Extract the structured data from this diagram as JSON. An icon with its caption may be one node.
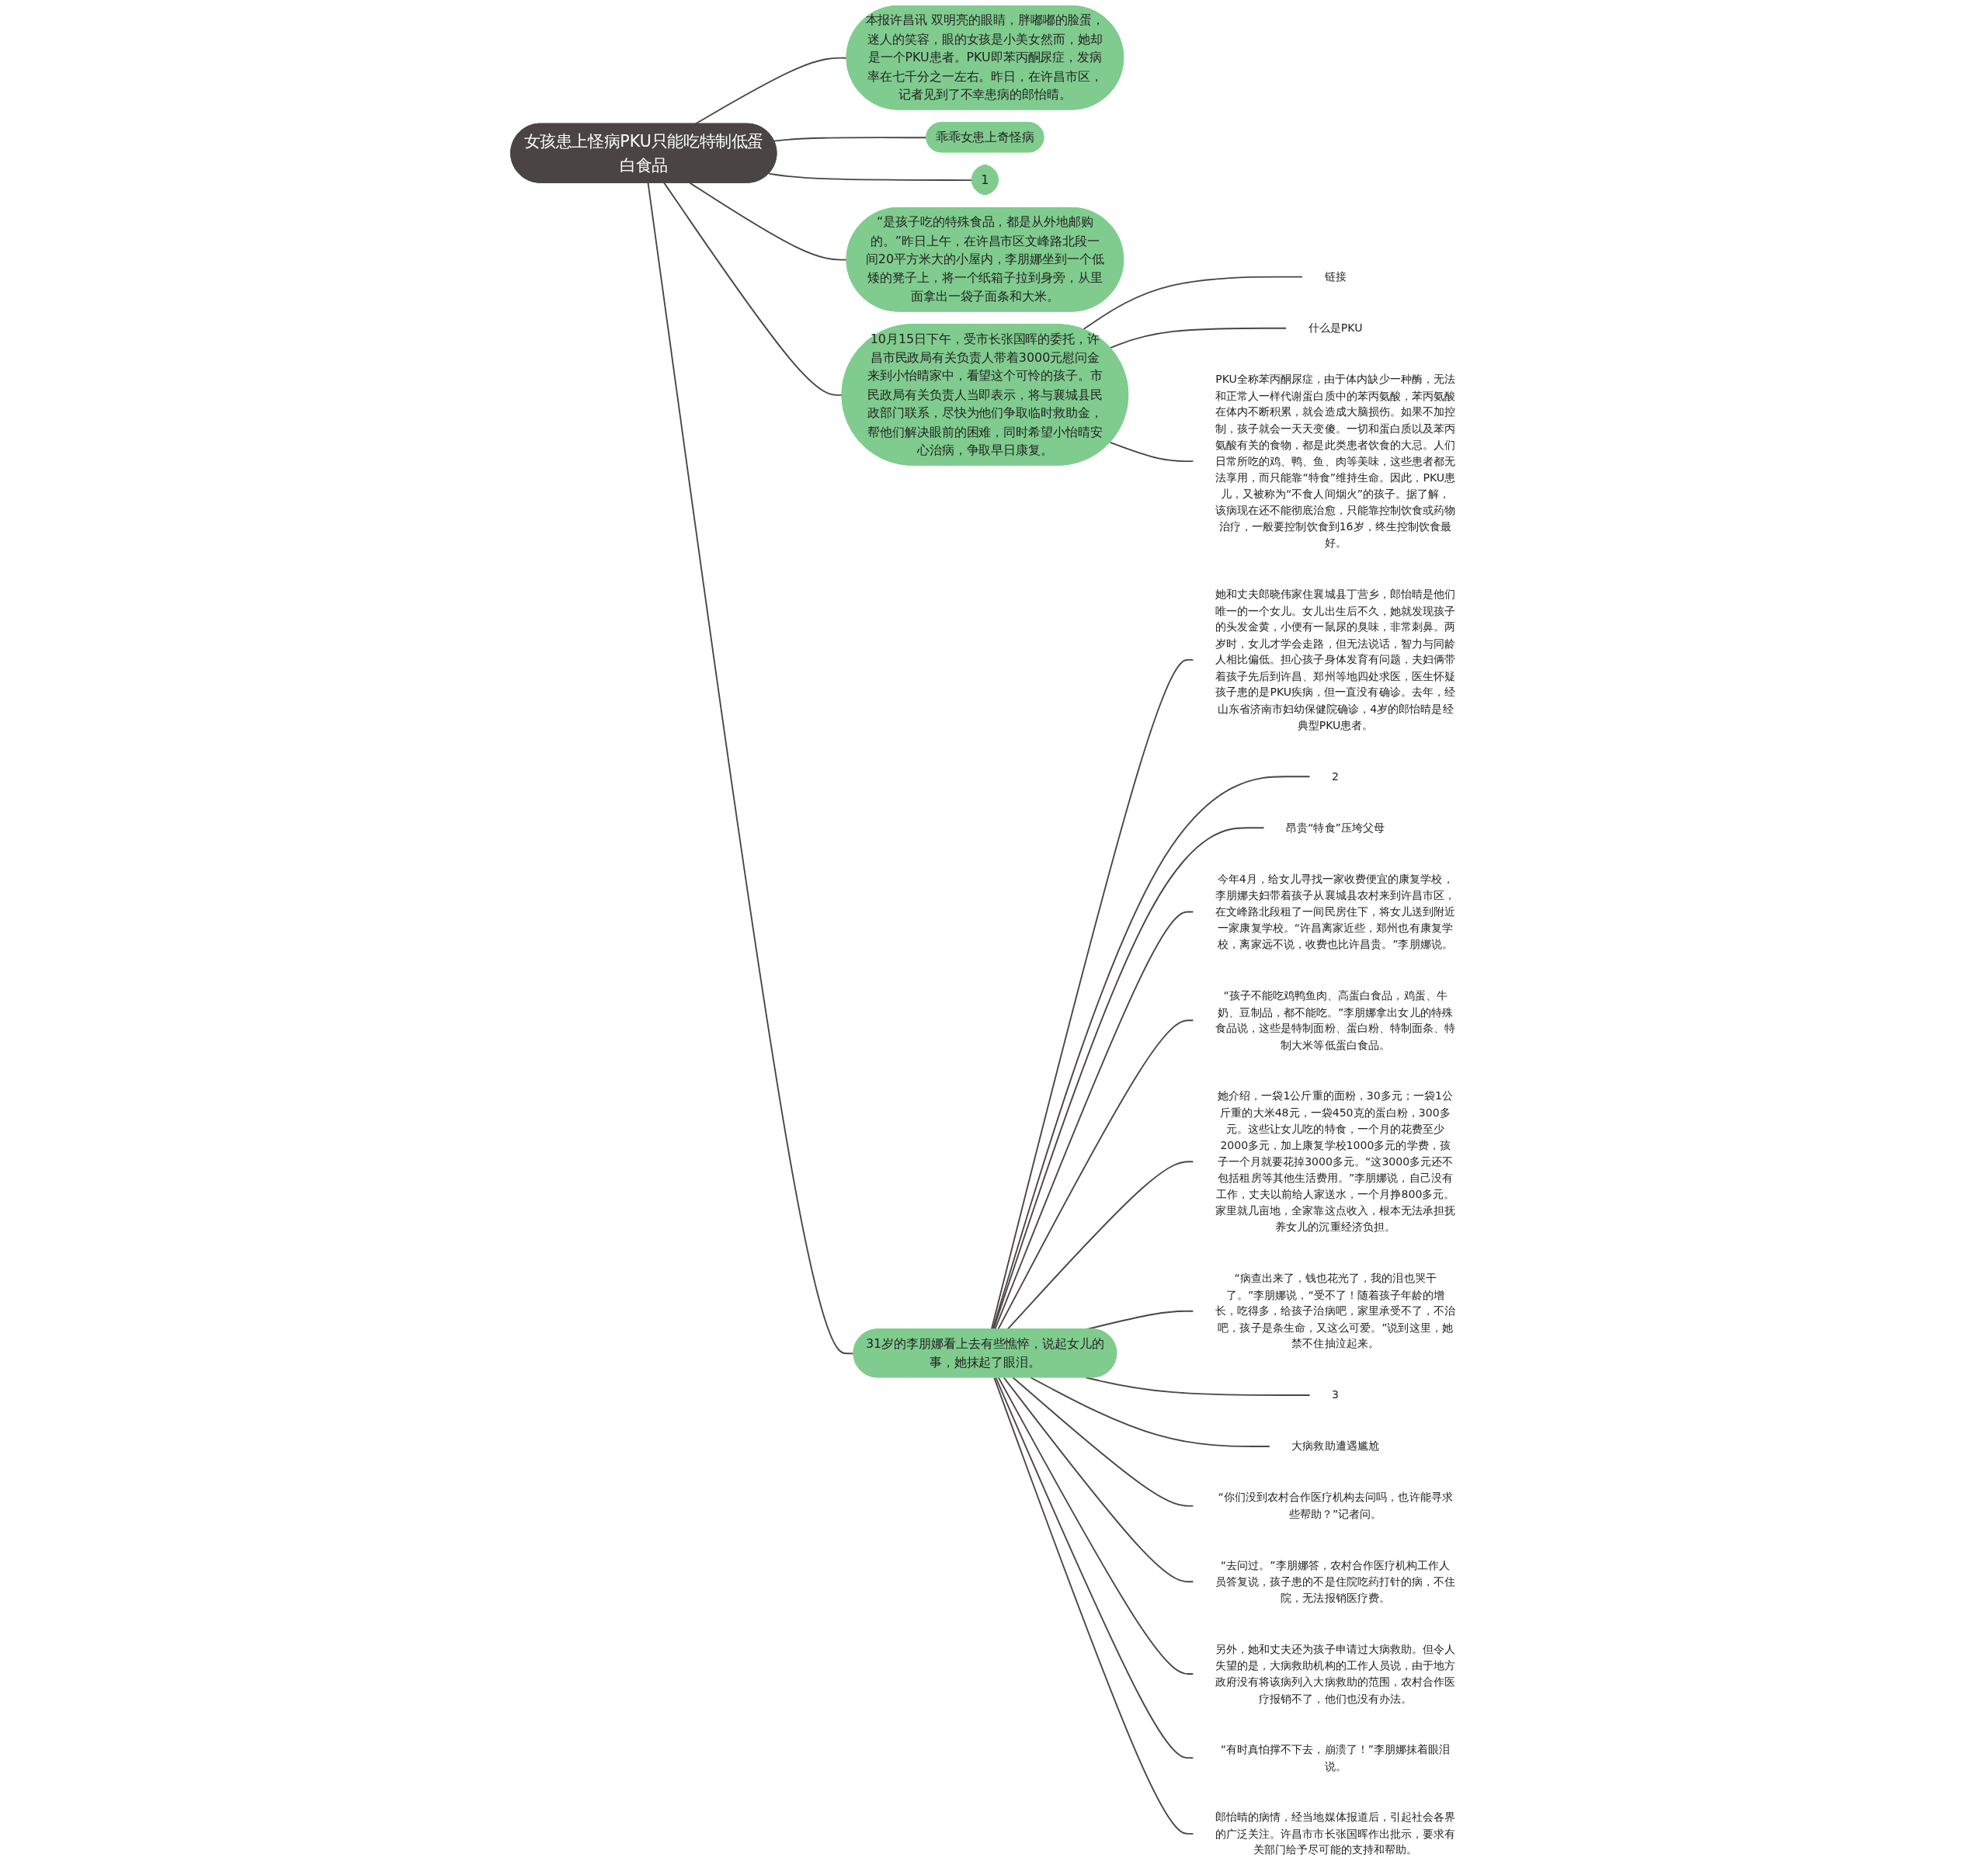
{
  "diagram": {
    "nodes": [
      {
        "text": [
          "女孩患上怪病PKU只能吃特制低蛋白食品"
        ]
      },
      {
        "text": [
          "本报许昌讯 双明亮的眼睛，胖嘟嘟的脸蛋，迷人的笑容，眼的女孩是小美女然而，她却是一个PKU患者。PKU即苯丙酮尿症，发病率在七千分之一左右。昨日，在许昌市区，记者见到了不幸患病的郎怡晴。"
        ]
      },
      {
        "text": [
          "乖乖女患上奇怪病"
        ]
      },
      {
        "text": [
          "1"
        ]
      },
      {
        "text": [
          "“是孩子吃的特殊食品，都是从外地邮购的。”昨日上午，在许昌市区文峰路北段一间20平方米大的小屋内，李朋娜坐到一个低矮的凳子上，将一个纸箱子拉到身旁，从里面拿出一袋子面条和大米。"
        ]
      },
      {
        "text": [
          "10月15日下午，受市长张国晖的委托，许昌市民政局有关负责人带着3000元慰问金来到小怡晴家中，看望这个可怜的孩子。市民政局有关负责人当即表示，将与襄城县民政部门联系，尽快为他们争取临时救助金，帮他们解决眼前的困难，同时希望小怡晴安心治病，争取早日康复。"
        ]
      },
      {
        "text": [
          "31岁的李朋娜看上去有些憔悴，说起女儿的事，她抹起了眼泪。"
        ]
      },
      {
        "text": [
          "她和丈夫郎晓伟家住襄城县丁营乡，郎怡晴是他们唯一的一个女儿。女儿出生后不久，她就发现孩子的头发金黄，小便有一鼠尿的臭味，非常刺鼻。两岁时，女儿才学会走路，但无法说话，智力与同龄人相比偏低。担心孩子身体发育有问题，夫妇俩带着孩子先后到许昌、郑州等地四处求医，医生怀疑孩子患的是PKU疾病，但一直没有确诊。去年，经山东省济南市妇幼保健院确诊，4岁的郎怡晴是经典型PKU患者。"
        ]
      },
      {
        "text": [
          "2"
        ]
      },
      {
        "text": [
          "昂贵“特食”压垮父母"
        ]
      },
      {
        "text": [
          "今年4月，给女儿寻找一家收费便宜的康复学校，李朋娜夫妇带着孩子从襄城县农村来到许昌市区，在文峰路北段租了一间民房住下，将女儿送到附近一家康复学校。“许昌离家近些，郑州也有康复学校，离家远不说，收费也比许昌贵。”李朋娜说。"
        ]
      },
      {
        "text": [
          "“孩子不能吃鸡鸭鱼肉、高蛋白食品，鸡蛋、牛奶、豆制品，都不能吃。”李朋娜拿出女儿的特殊食品说，这些是特制面粉、蛋白粉、特制面条、特制大米等低蛋白食品。"
        ]
      },
      {
        "text": [
          "她介绍，一袋1公斤重的面粉，30多元；一袋1公斤重的大米48元，一袋450克的蛋白粉，300多元。这些让女儿吃的特食，一个月的花费至少2000多元，加上康复学校1000多元的学费，孩子一个月就要花掉3000多元。“这3000多元还不包括租房等其他生活费用。”李朋娜说，自己没有工作，丈夫以前给人家送水，一个月挣800多元。家里就几亩地，全家靠这点收入，根本无法承担抚养女儿的沉重经济负担。"
        ]
      },
      {
        "text": [
          "“病查出来了，钱也花光了，我的泪也哭干了。”李朋娜说，“受不了！随着孩子年龄的增长，吃得多，给孩子治病吧，家里承受不了，不治吧，孩子是条生命，又这么可爱。”说到这里，她禁不住抽泣起来。"
        ]
      },
      {
        "text": [
          "3"
        ]
      },
      {
        "text": [
          "大病救助遭遇尴尬"
        ]
      },
      {
        "text": [
          "“你们没到农村合作医疗机构去问吗，也许能寻求些帮助？”记者问。"
        ]
      },
      {
        "text": [
          "“去问过。”李朋娜答，农村合作医疗机构工作人员答复说，孩子患的不是住院吃药打针的病，不住院，无法报销医疗费。"
        ]
      },
      {
        "text": [
          "另外，她和丈夫还为孩子申请过大病救助。但令人失望的是，大病救助机构的工作人员说，由于地方政府没有将该病列入大病救助的范围，农村合作医疗报销不了，他们也没有办法。"
        ]
      },
      {
        "text": [
          "“有时真怕撑不下去，崩溃了！”李朋娜抹着眼泪说。"
        ]
      },
      {
        "text": [
          "郎怡晴的病情，经当地媒体报道后，引起社会各界的广泛关注。许昌市市长张国晖作出批示，要求有关部门给予尽可能的支持和帮助。"
        ]
      },
      {
        "text": [
          "链接"
        ]
      },
      {
        "text": [
          "什么是PKU"
        ]
      },
      {
        "text": [
          "PKU全称苯丙酮尿症，由于体内缺少一种酶，无法和正常人一样代谢蛋白质中的苯丙氨酸，苯丙氨酸在体内不断积累，就会造成大脑损伤。如果不加控制，孩子就会一天天变傻。一切和蛋白质以及苯丙氨酸有关的食物，都是此类患者饮食的大忌。人们日常所吃的鸡、鸭、鱼、肉等美味，这些患者都无法享用，而只能靠“特食”维持生命。因此，PKU患儿，又被称为“不食人间烟火”的孩子。据了解，该病现在还不能彻底治愈，只能靠控制饮食或药物治疗，一般要控制饮食到16岁，终生控制饮食最好。"
        ]
      }
    ],
    "edges": [
      {
        "from": 0,
        "to": 1,
        "arrow": "none"
      },
      {
        "from": 0,
        "to": 2,
        "arrow": "none"
      },
      {
        "from": 0,
        "to": 3,
        "arrow": "none"
      },
      {
        "from": 0,
        "to": 4,
        "arrow": "none"
      },
      {
        "from": 0,
        "to": 5,
        "arrow": "none"
      },
      {
        "from": 0,
        "to": 6,
        "arrow": "none"
      },
      {
        "from": 6,
        "to": 7,
        "arrow": "none"
      },
      {
        "from": 6,
        "to": 8,
        "arrow": "none"
      },
      {
        "from": 6,
        "to": 9,
        "arrow": "none"
      },
      {
        "from": 6,
        "to": 10,
        "arrow": "none"
      },
      {
        "from": 6,
        "to": 11,
        "arrow": "none"
      },
      {
        "from": 6,
        "to": 12,
        "arrow": "none"
      },
      {
        "from": 6,
        "to": 13,
        "arrow": "none"
      },
      {
        "from": 6,
        "to": 14,
        "arrow": "none"
      },
      {
        "from": 6,
        "to": 15,
        "arrow": "none"
      },
      {
        "from": 6,
        "to": 16,
        "arrow": "none"
      },
      {
        "from": 6,
        "to": 17,
        "arrow": "none"
      },
      {
        "from": 6,
        "to": 18,
        "arrow": "none"
      },
      {
        "from": 6,
        "to": 19,
        "arrow": "none"
      },
      {
        "from": 6,
        "to": 20,
        "arrow": "none"
      },
      {
        "from": 5,
        "to": 21,
        "arrow": "none"
      },
      {
        "from": 5,
        "to": 22,
        "arrow": "none"
      },
      {
        "from": 5,
        "to": 23,
        "arrow": "none"
      }
    ]
  }
}
